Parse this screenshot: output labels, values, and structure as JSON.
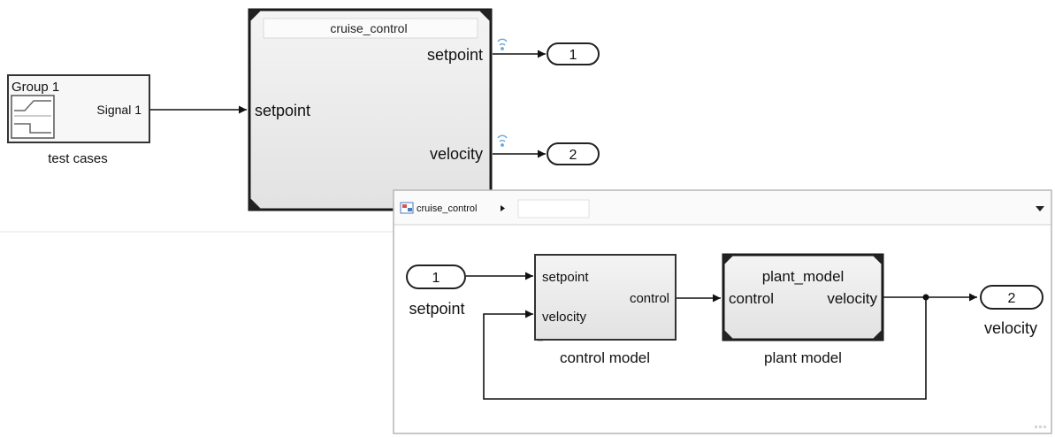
{
  "top_model": {
    "signal_builder": {
      "group_label": "Group 1",
      "signal_port_label": "Signal 1",
      "caption": "test cases"
    },
    "subsystem": {
      "title": "cruise_control",
      "in_port_label": "setpoint",
      "out_port_1_label": "setpoint",
      "out_port_2_label": "velocity"
    },
    "outports": [
      {
        "number": "1"
      },
      {
        "number": "2"
      }
    ]
  },
  "inner_window": {
    "breadcrumb_label": "cruise_control",
    "inport": {
      "number": "1",
      "caption": "setpoint"
    },
    "control_block": {
      "in_label_1": "setpoint",
      "in_label_2": "velocity",
      "out_label": "control",
      "caption": "control model"
    },
    "plant_block": {
      "title": "plant_model",
      "in_label": "control",
      "out_label": "velocity",
      "caption": "plant model"
    },
    "outport": {
      "number": "2",
      "caption": "velocity"
    }
  },
  "colors": {
    "line": "#111111",
    "block_fill": "#eeeeee",
    "block_border": "#222222",
    "window_border": "#b5b5b5",
    "wifi_icon": "#6aa6d8"
  }
}
